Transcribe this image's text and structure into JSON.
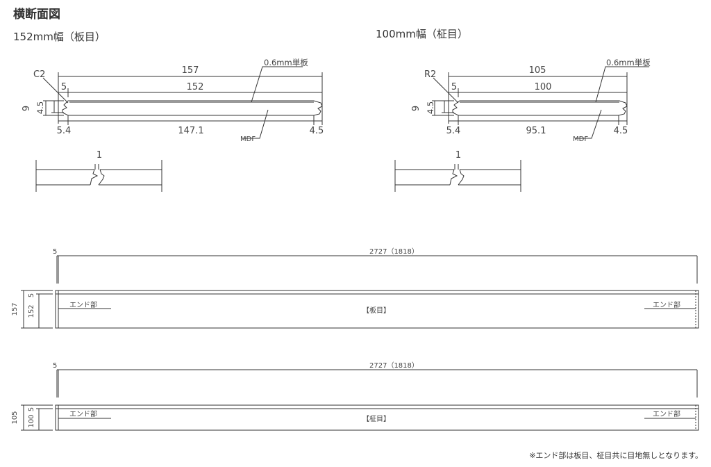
{
  "title": "横断面図",
  "sections": [
    {
      "subtitle": "152mm幅（板目）",
      "corner": "C2",
      "overall_width": "157",
      "face_width": "152",
      "edge_offset": "5",
      "veneer": "0.6mm単板",
      "thickness": "9",
      "tongue_height": "4.5",
      "bottom_left": "5.4",
      "bottom_width": "147.1",
      "bottom_right": "4.5",
      "core": "MDF",
      "gap": "1"
    },
    {
      "subtitle": "100mm幅（柾目）",
      "corner": "R2",
      "overall_width": "105",
      "face_width": "100",
      "edge_offset": "5",
      "veneer": "0.6mm単板",
      "thickness": "9",
      "tongue_height": "4.5",
      "bottom_left": "5.4",
      "bottom_width": "95.1",
      "bottom_right": "4.5",
      "core": "MDF",
      "gap": "1"
    }
  ],
  "planks": [
    {
      "length": "2727（1818）",
      "edge": "5",
      "total_width": "157",
      "face_width": "152",
      "side_edge": "5",
      "end_left": "エンド部",
      "end_right": "エンド部",
      "grain": "【板目】"
    },
    {
      "length": "2727（1818）",
      "edge": "5",
      "total_width": "105",
      "face_width": "100",
      "side_edge": "5",
      "end_left": "エンド部",
      "end_right": "エンド部",
      "grain": "【柾目】"
    }
  ],
  "note": "※エンド部は板目、柾目共に目地無しとなります。"
}
